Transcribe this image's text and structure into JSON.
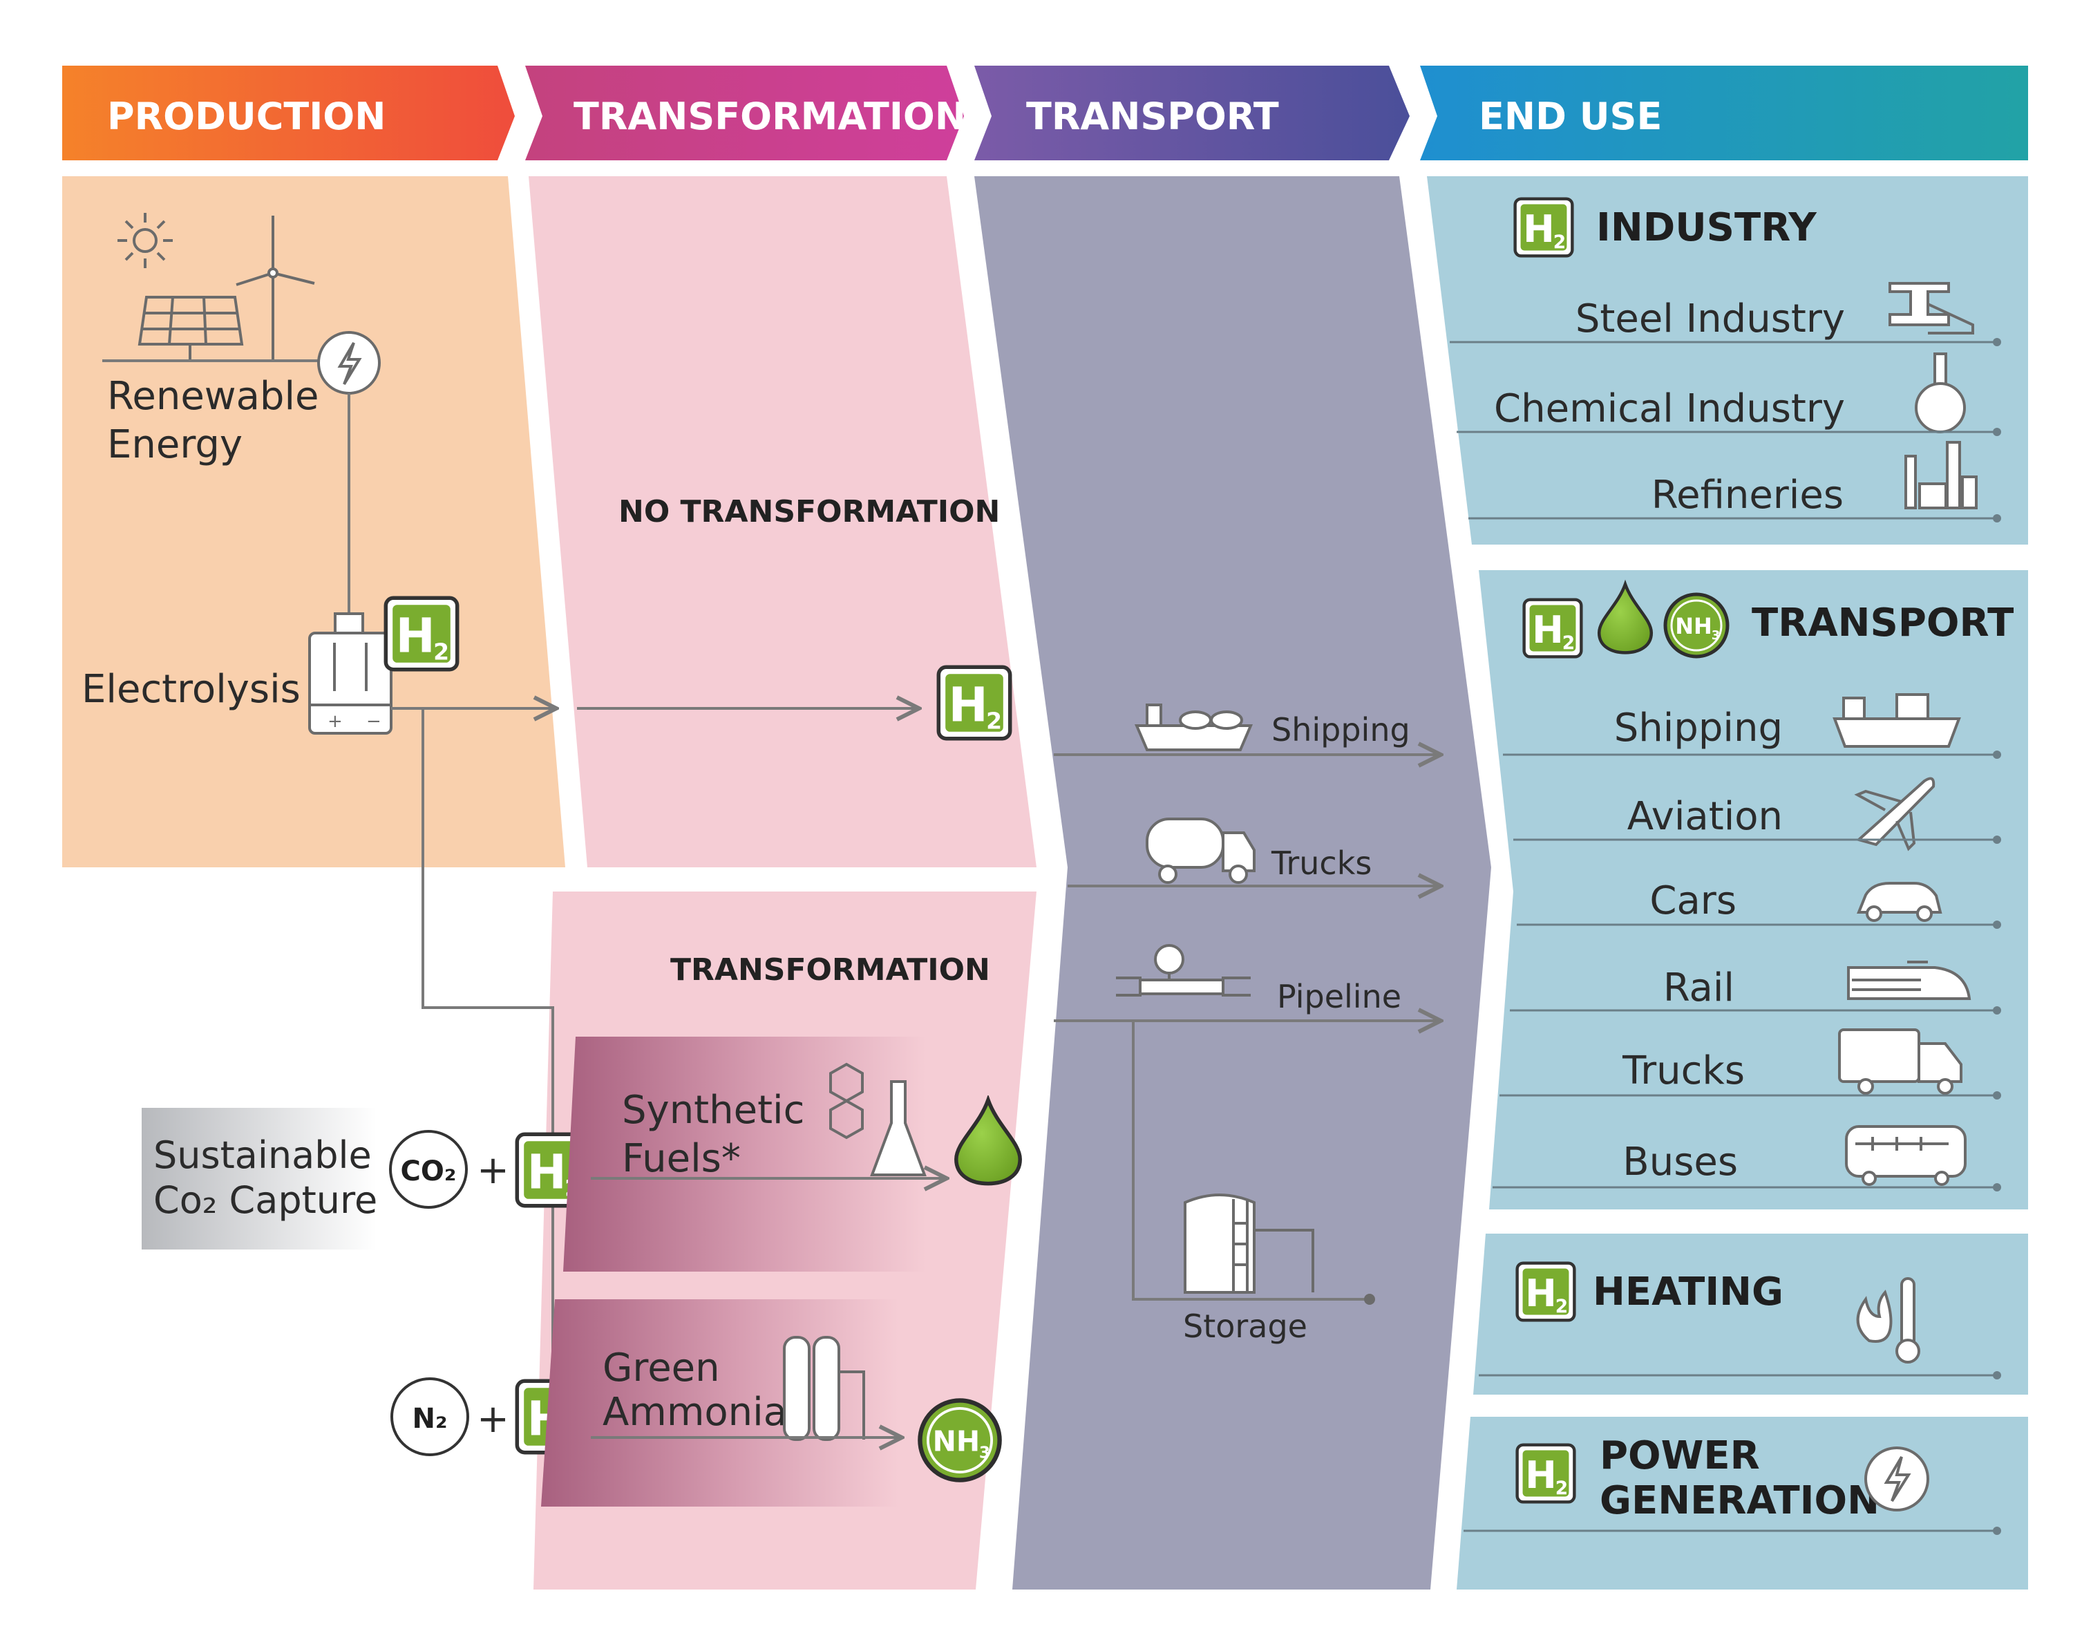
{
  "stages": {
    "production": "PRODUCTION",
    "transformation": "TRANSFORMATION",
    "transport": "TRANSPORT",
    "end_use": "END USE"
  },
  "production": {
    "renewable_line1": "Renewable",
    "renewable_line2": "Energy",
    "electrolysis": "Electrolysis",
    "capture_line1": "Sustainable",
    "capture_line2": "Co₂ Capture",
    "co2": "CO₂",
    "n2": "N₂",
    "plus": "+"
  },
  "transformation": {
    "no_transformation": "NO TRANSFORMATION",
    "transformation": "TRANSFORMATION",
    "synthetic_line1": "Synthetic",
    "synthetic_line2": "Fuels*",
    "ammonia_line1": "Green",
    "ammonia_line2": "Ammonia"
  },
  "transport": {
    "shipping": "Shipping",
    "trucks": "Trucks",
    "pipeline": "Pipeline",
    "storage": "Storage"
  },
  "end_use": {
    "industry": {
      "title": "INDUSTRY",
      "items": [
        "Steel Industry",
        "Chemical Industry",
        "Refineries"
      ]
    },
    "transport": {
      "title": "TRANSPORT",
      "items": [
        "Shipping",
        "Aviation",
        "Cars",
        "Rail",
        "Trucks",
        "Buses"
      ]
    },
    "heating": {
      "title": "HEATING"
    },
    "power": {
      "title_line1": "POWER",
      "title_line2": "GENERATION"
    }
  },
  "badges": {
    "h2": "H₂",
    "nh3": "NH₃"
  },
  "colors": {
    "production": "#f9d0ad",
    "transformation": "#f5cdd5",
    "transport": "#9fa0b7",
    "end_use": "#a9cfdc",
    "accent_green": "#7aad2f"
  },
  "icons": [
    "sun-icon",
    "wind-turbine-icon",
    "solar-panel-icon",
    "lightning-icon",
    "electrolyzer-icon",
    "h2-badge-icon",
    "drop-icon",
    "nh3-badge-icon",
    "ship-icon",
    "truck-icon",
    "pipeline-icon",
    "storage-tank-icon",
    "steel-beam-icon",
    "flask-icon",
    "refinery-icon",
    "airplane-icon",
    "car-icon",
    "train-icon",
    "bus-icon",
    "flame-thermometer-icon"
  ]
}
